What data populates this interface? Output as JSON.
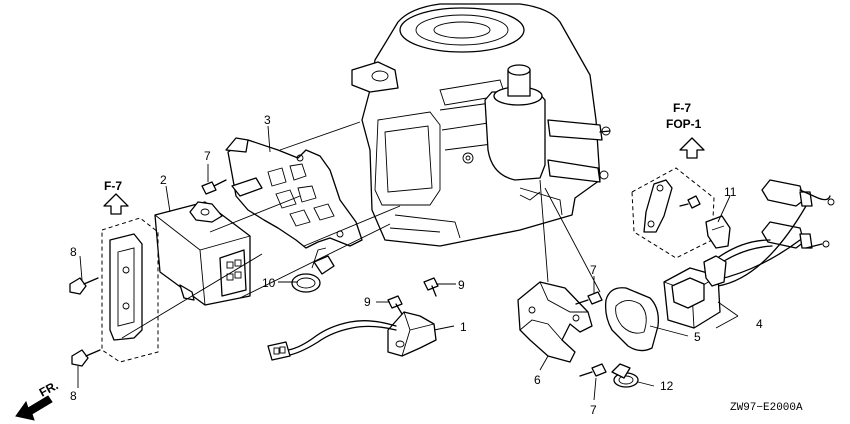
{
  "refs": {
    "fig_ref_left": "F-7",
    "fig_ref_right_line1": "F-7",
    "fig_ref_right_line2": "FOP-1",
    "front_marker": "FR.",
    "diagram_code": "ZW97−E2000A"
  },
  "callouts": {
    "c1": "1",
    "c2": "2",
    "c3": "3",
    "c4": "4",
    "c5": "5",
    "c6": "6",
    "c7a": "7",
    "c7b": "7",
    "c7c": "7",
    "c8a": "8",
    "c8b": "8",
    "c9a": "9",
    "c9b": "9",
    "c10": "10",
    "c11": "11",
    "c12": "12"
  }
}
